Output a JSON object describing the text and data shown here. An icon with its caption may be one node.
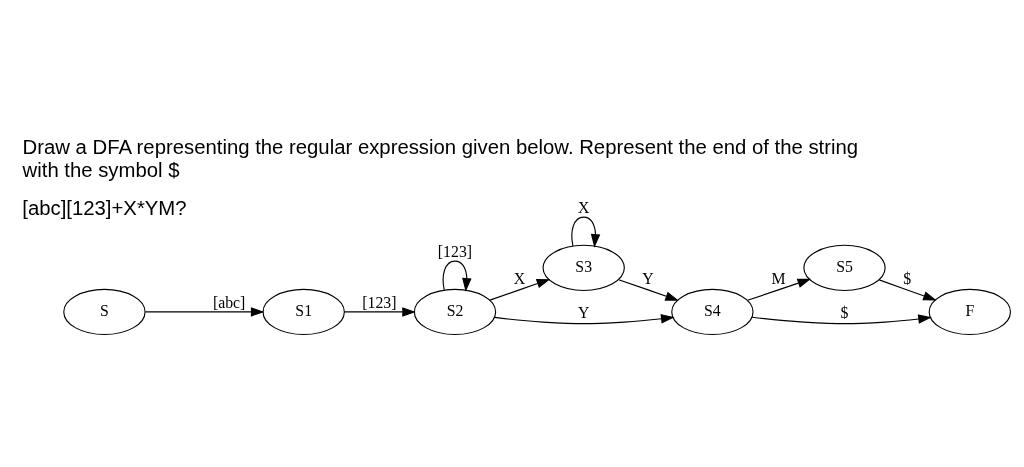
{
  "diagram": {
    "title": "Draw a DFA representing the regular expression given below. Represent the end of the string with the symbol $",
    "nodes": [
      {
        "text": [
          "S"
        ]
      },
      {
        "text": [
          "S1"
        ]
      },
      {
        "text": [
          "S2"
        ]
      },
      {
        "text": [
          "S3"
        ]
      },
      {
        "text": [
          "S4"
        ]
      },
      {
        "text": [
          "S5"
        ]
      },
      {
        "text": [
          "F"
        ]
      }
    ],
    "edges": [
      {
        "from": 0,
        "to": 1,
        "arrow": "to",
        "label": "[abc]"
      },
      {
        "from": 1,
        "to": 2,
        "arrow": "to",
        "label": "[123]"
      },
      {
        "from": 2,
        "to": 2,
        "arrow": "to",
        "label": "[123]"
      },
      {
        "from": 2,
        "to": 3,
        "arrow": "to",
        "label": "X"
      },
      {
        "from": 3,
        "to": 3,
        "arrow": "to",
        "label": "X"
      },
      {
        "from": 3,
        "to": 4,
        "arrow": "to",
        "label": "Y"
      },
      {
        "from": 2,
        "to": 4,
        "arrow": "to",
        "label": "Y"
      },
      {
        "from": 4,
        "to": 5,
        "arrow": "to",
        "label": "M"
      },
      {
        "from": 5,
        "to": 6,
        "arrow": "to",
        "label": "$"
      },
      {
        "from": 4,
        "to": 6,
        "arrow": "to",
        "label": "$"
      }
    ],
    "labels": [
      "[abc][123]+X*YM?"
    ]
  }
}
